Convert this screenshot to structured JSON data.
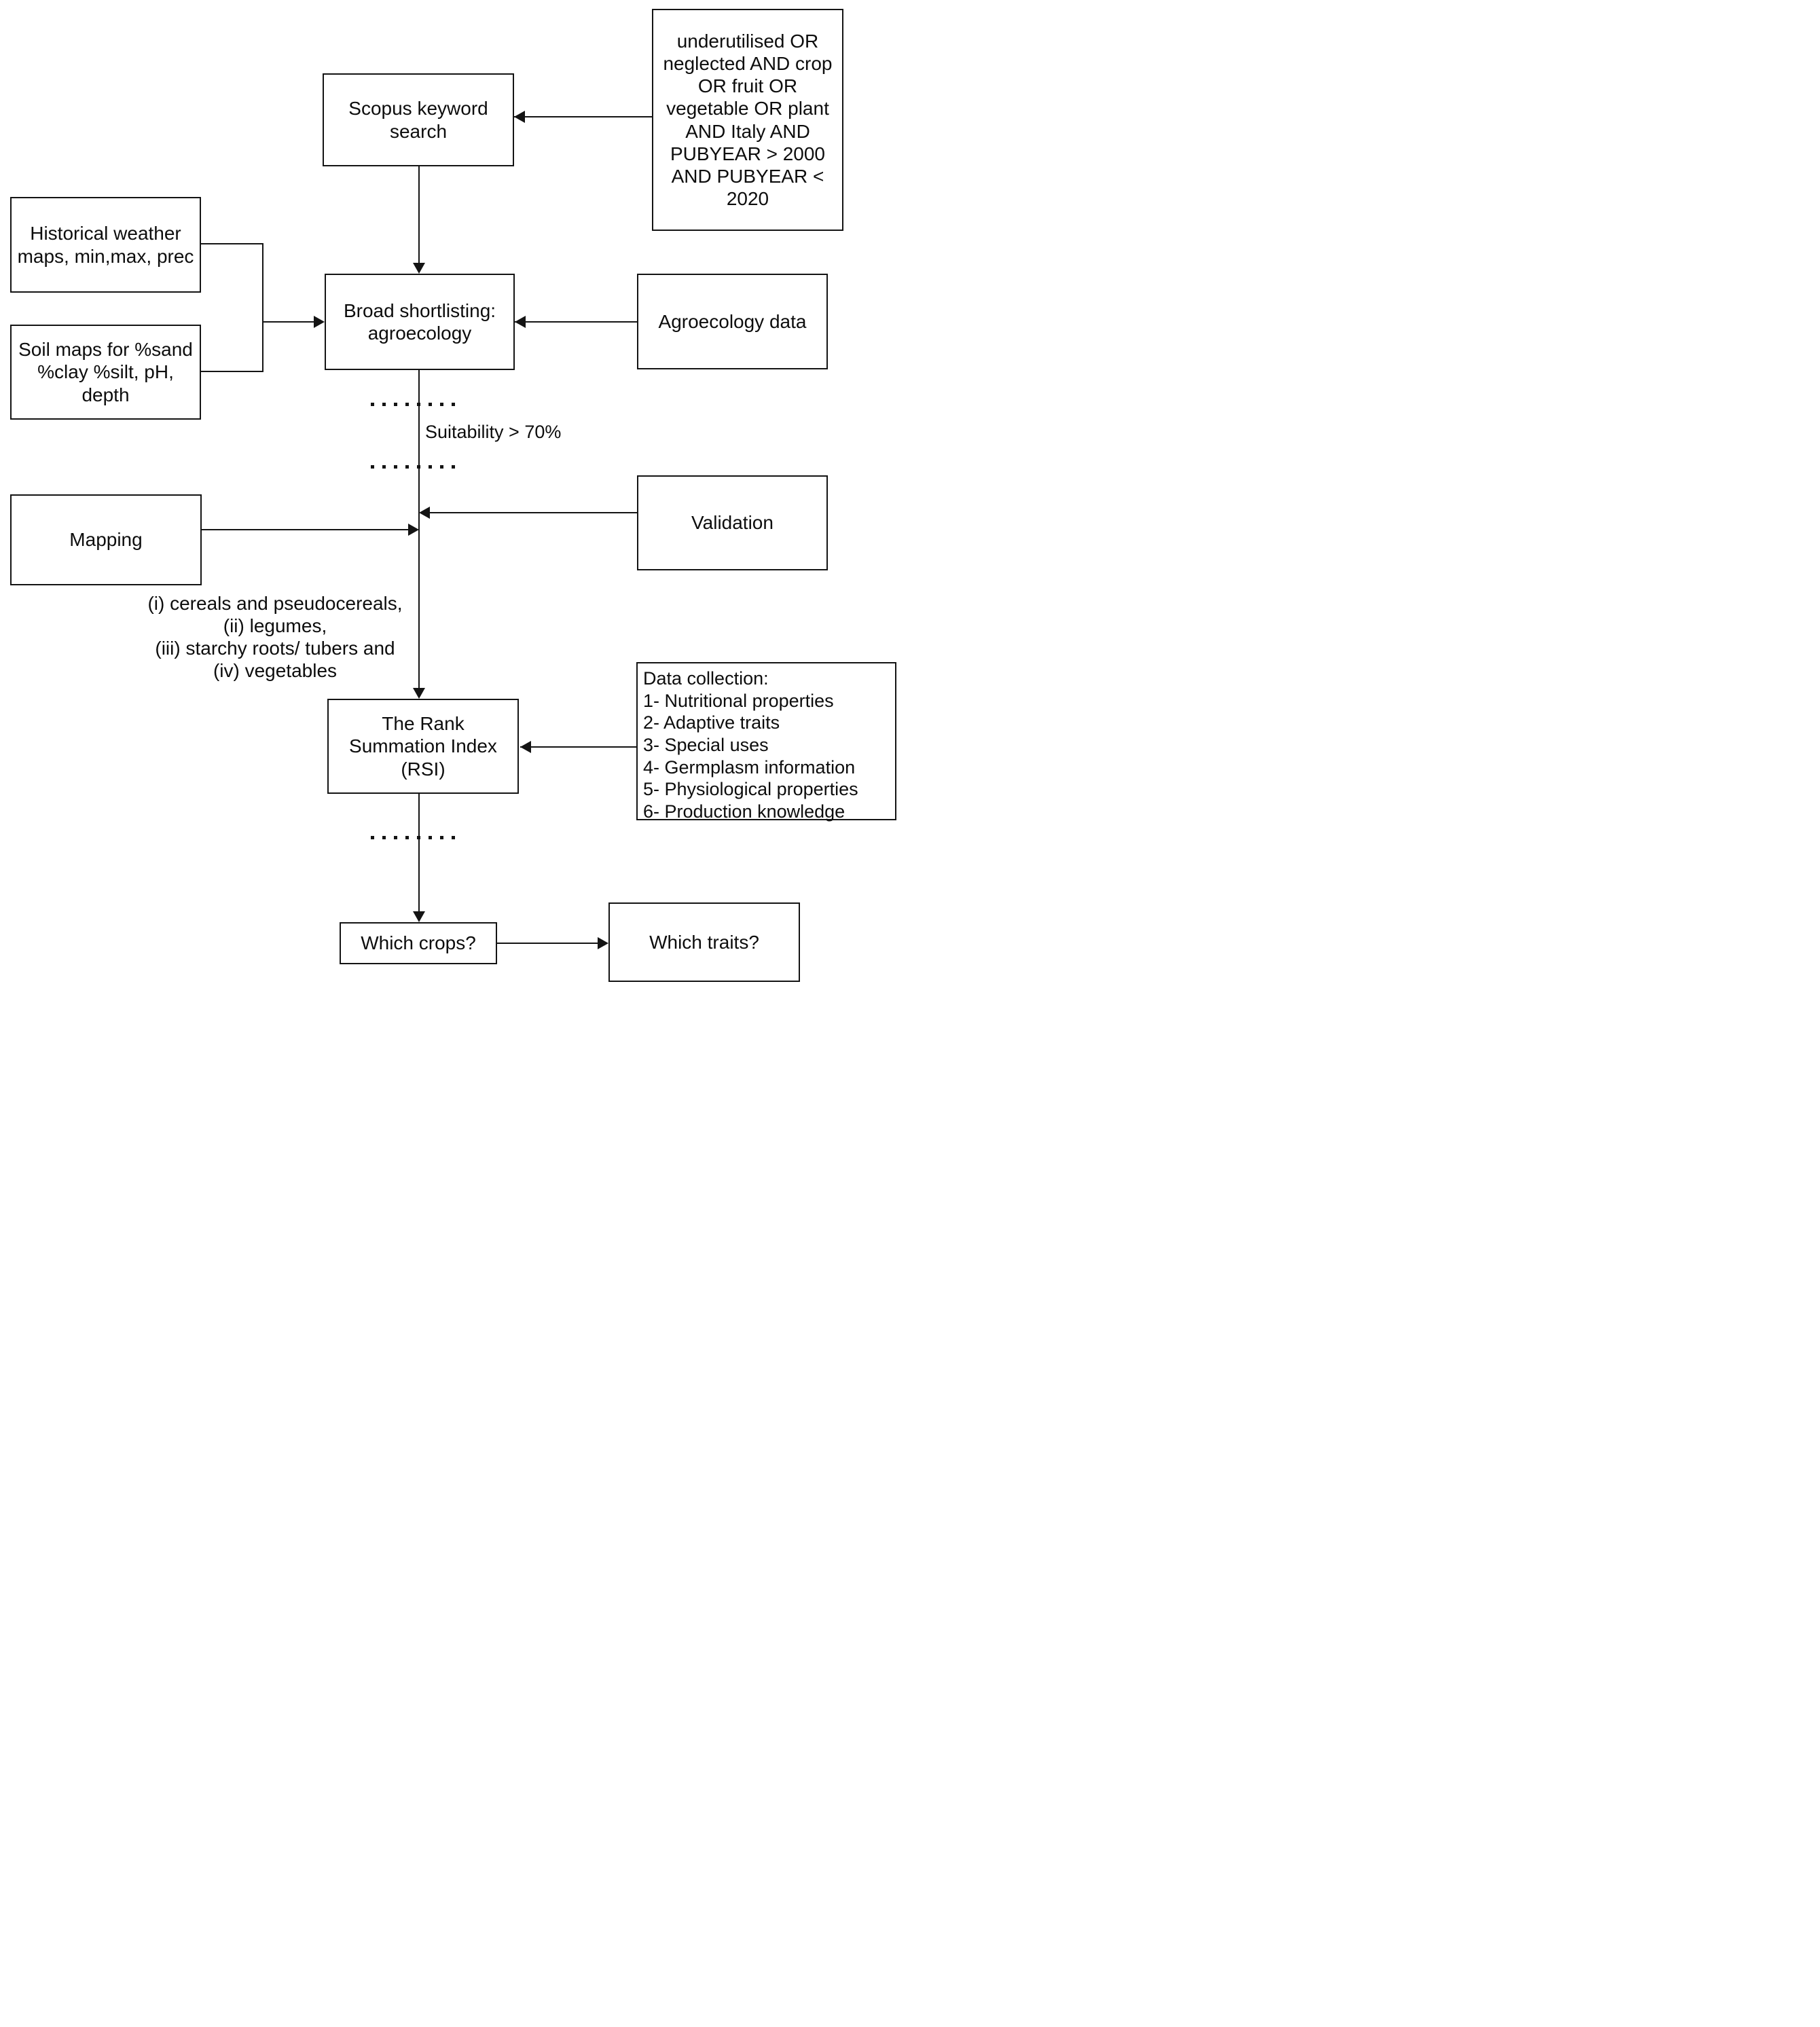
{
  "diagram": {
    "background_color": "#ffffff",
    "line_color": "#141414",
    "nodes": {
      "query": {
        "label": "underutilised OR neglected AND crop OR fruit OR vegetable OR plant AND Italy AND PUBYEAR > 2000 AND PUBYEAR < 2020"
      },
      "scopus": {
        "label": "Scopus keyword search"
      },
      "weather": {
        "label": "Historical weather maps, min,max, prec"
      },
      "soil": {
        "label": "Soil maps for %sand %clay %silt, pH, depth"
      },
      "broad_shortlisting": {
        "label": "Broad shortlisting: agroecology"
      },
      "agroecology_data": {
        "label": "Agroecology data"
      },
      "mapping": {
        "label": "Mapping"
      },
      "validation": {
        "label": "Validation"
      },
      "rsi": {
        "label": "The Rank Summation Index (RSI)"
      },
      "data_collection": {
        "title": "Data collection:",
        "items": [
          "1- Nutritional properties",
          "2- Adaptive traits",
          "3- Special uses",
          "4- Germplasm information",
          "5- Physiological properties",
          "6- Production knowledge"
        ]
      },
      "which_crops": {
        "label": "Which crops?"
      },
      "which_traits": {
        "label": "Which traits?"
      }
    },
    "annotations": {
      "suitability": "Suitability > 70%",
      "categories": [
        "(i) cereals and pseudocereals,",
        "(ii) legumes,",
        "(iii) starchy roots/ tubers and",
        "(iv) vegetables"
      ]
    }
  }
}
